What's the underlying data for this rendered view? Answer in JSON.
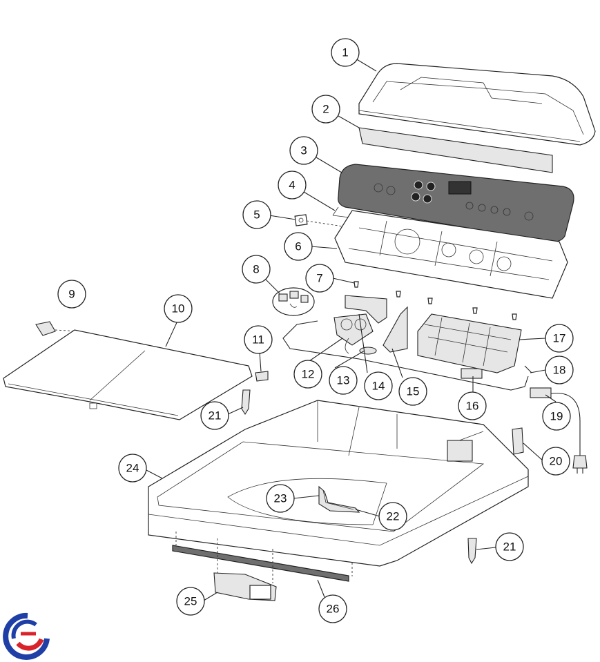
{
  "diagram": {
    "callouts": [
      "1",
      "2",
      "3",
      "4",
      "5",
      "6",
      "7",
      "8",
      "9",
      "10",
      "11",
      "12",
      "13",
      "14",
      "15",
      "16",
      "17",
      "18",
      "19",
      "20",
      "21",
      "21",
      "22",
      "23",
      "24",
      "25",
      "26"
    ]
  },
  "logo": {
    "icon": "brand-logo-icon",
    "colors": [
      "#1f3fa6",
      "#d8232a"
    ]
  }
}
